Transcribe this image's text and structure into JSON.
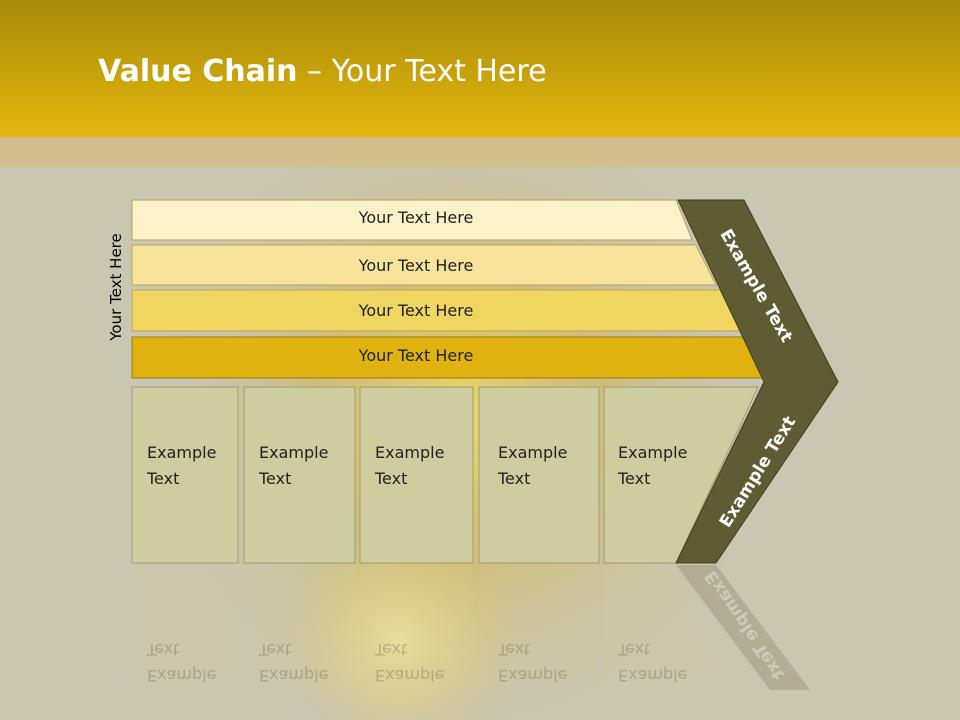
{
  "slide": {
    "title_bold": "Value Chain",
    "title_rest": " – Your Text Here",
    "side_label": "Your Text Here"
  },
  "rows": [
    {
      "label": "Your Text Here",
      "color": "#fbf2c9"
    },
    {
      "label": "Your Text Here",
      "color": "#f7e49a"
    },
    {
      "label": "Your Text Here",
      "color": "#f1d561"
    },
    {
      "label": "Your Text Here",
      "color": "#dfb20f"
    }
  ],
  "boxes": [
    {
      "line1": "Example",
      "line2": "Text"
    },
    {
      "line1": "Example",
      "line2": "Text"
    },
    {
      "line1": "Example",
      "line2": "Text"
    },
    {
      "line1": "Example",
      "line2": "Text"
    },
    {
      "line1": "Example",
      "line2": "Text"
    }
  ],
  "chevron": {
    "upper_label": "Example Text",
    "lower_label": "Example Text",
    "color": "#5f5c33"
  },
  "colors": {
    "title_bar": "#e3b70e",
    "box_fill": "#cfcd9f",
    "background": "#c9c6b2"
  }
}
